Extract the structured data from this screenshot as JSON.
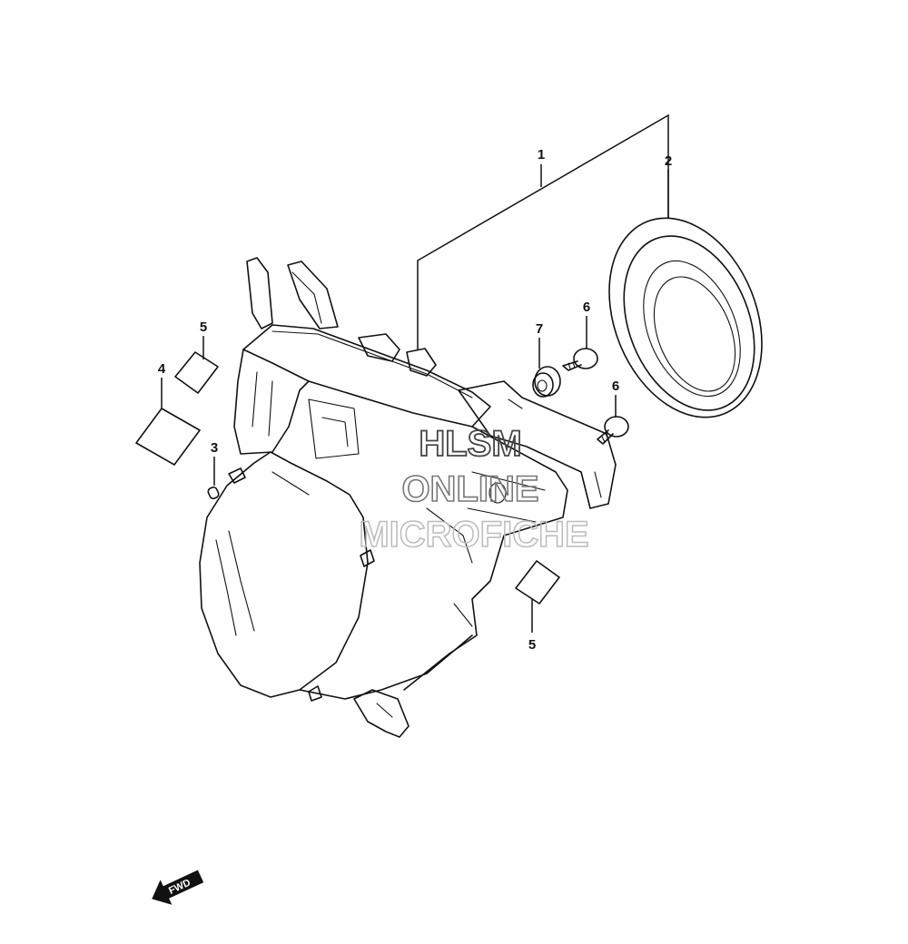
{
  "callouts": [
    {
      "id": "c1",
      "label": "1"
    },
    {
      "id": "c2",
      "label": "2"
    },
    {
      "id": "c3",
      "label": "3"
    },
    {
      "id": "c4",
      "label": "4"
    },
    {
      "id": "c5a",
      "label": "5"
    },
    {
      "id": "c5b",
      "label": "5"
    },
    {
      "id": "c6a",
      "label": "6"
    },
    {
      "id": "c6b",
      "label": "6"
    },
    {
      "id": "c7",
      "label": "7"
    }
  ],
  "watermark": {
    "line1": "HLSM",
    "line2": "ONLINE",
    "line3": "MICROFICHE"
  },
  "direction_arrow": {
    "label": "FWD"
  },
  "colors": {
    "line": "#111111",
    "watermark_dark": "#444444",
    "watermark_mid": "#777777",
    "watermark_light": "#bbbbbb"
  }
}
